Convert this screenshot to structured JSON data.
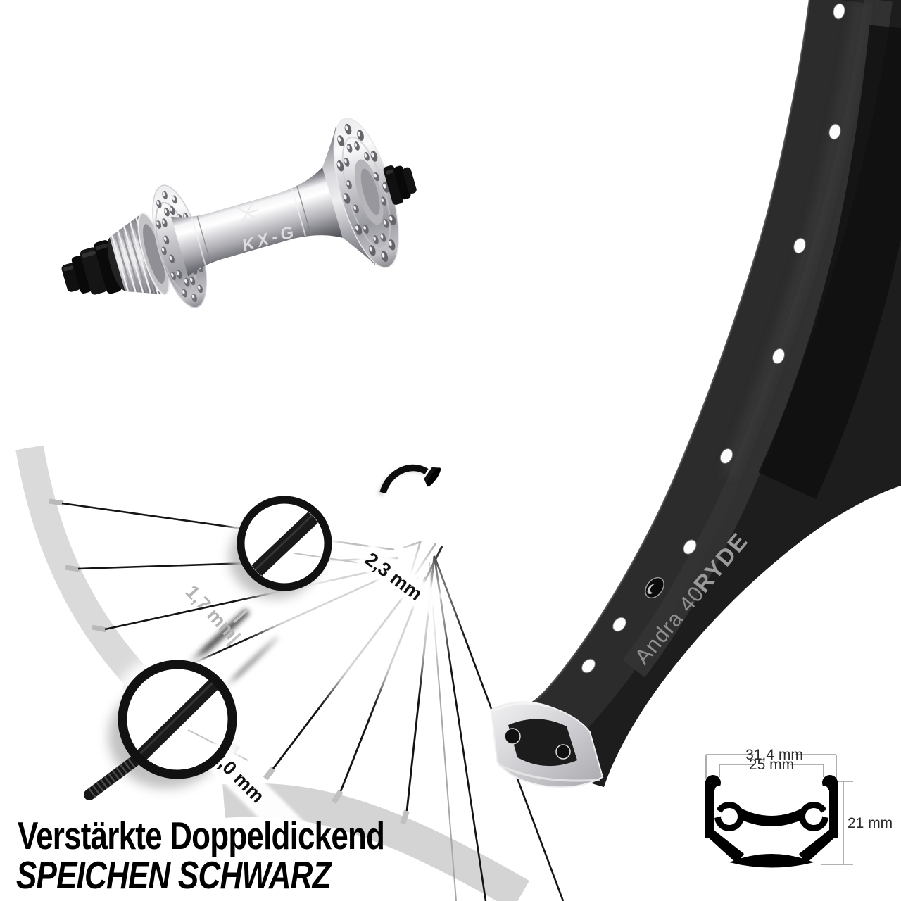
{
  "headline": {
    "line1": "Verstärkte Doppeldickend",
    "line2": "SPEICHEN SCHWARZ"
  },
  "hub": {
    "marking": "KX-G"
  },
  "rim": {
    "marking_model": "Andra 40",
    "marking_brand": "RYDE"
  },
  "spoke_diagram": {
    "label_top_magnifier": "2,3 mm",
    "label_middle": "1,7 mm",
    "label_bottom_magnifier": "2,0 mm"
  },
  "cross_section": {
    "outer_width": "31,4 mm",
    "inner_width": "25 mm",
    "height": "21 mm"
  },
  "colors": {
    "background": "#ffffff",
    "headline_text": "#000000",
    "dimension_text": "#2b2b2b",
    "dimension_line": "#9a9a9a",
    "rim_black": "#1d1d1d",
    "diagram_arc_gray": "#d9d9d9",
    "rim_marking_gray": "#929292",
    "spoke_label_black": "#111111",
    "spoke_label_gray": "#b4b4b4"
  }
}
